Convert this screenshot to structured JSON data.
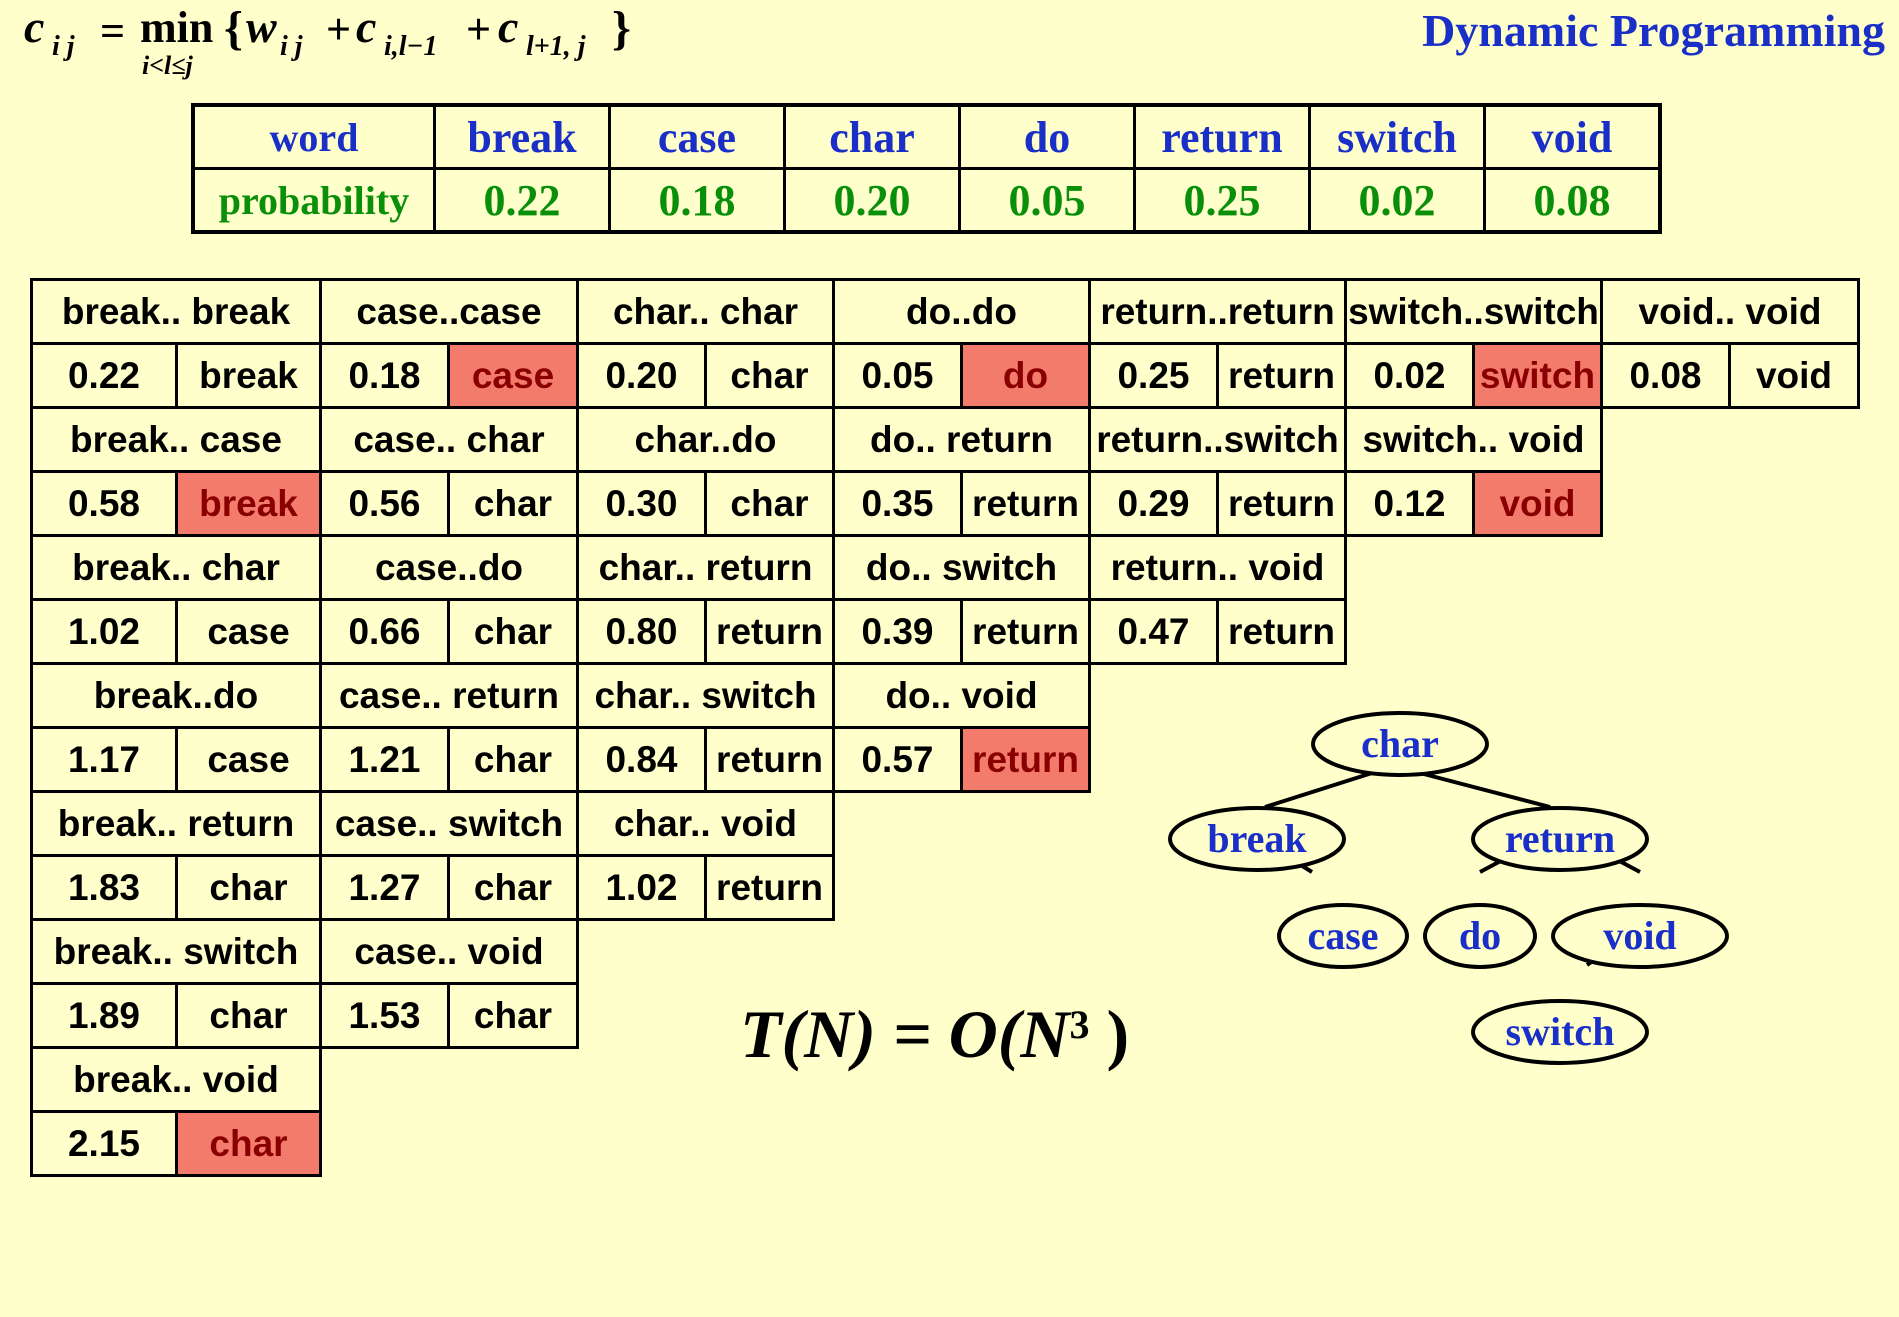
{
  "title": "Dynamic Programming",
  "formula": {
    "lhs": "c",
    "lhs_sub": "i j",
    "eq": "=",
    "op": "min",
    "op_sub": "i<l≤j",
    "w": "w",
    "w_sub": "i j",
    "c1_sub": "i,l−1",
    "c2_sub": "l+1, j"
  },
  "prob_table": {
    "header_label": "word",
    "row_label": "probability",
    "words": [
      "break",
      "case",
      "char",
      "do",
      "return",
      "switch",
      "void"
    ],
    "probabilities": [
      "0.22",
      "0.18",
      "0.20",
      "0.05",
      "0.25",
      "0.02",
      "0.08"
    ]
  },
  "dp_table": [
    [
      {
        "range": "break.. break",
        "cost": "0.22",
        "root": "break",
        "highlight": false
      },
      {
        "range": "case..case",
        "cost": "0.18",
        "root": "case",
        "highlight": true
      },
      {
        "range": "char.. char",
        "cost": "0.20",
        "root": "char",
        "highlight": false
      },
      {
        "range": "do..do",
        "cost": "0.05",
        "root": "do",
        "highlight": true
      },
      {
        "range": "return..return",
        "cost": "0.25",
        "root": "return",
        "highlight": false
      },
      {
        "range": "switch..switch",
        "cost": "0.02",
        "root": "switch",
        "highlight": true
      },
      {
        "range": "void.. void",
        "cost": "0.08",
        "root": "void",
        "highlight": false
      }
    ],
    [
      {
        "range": "break.. case",
        "cost": "0.58",
        "root": "break",
        "highlight": true
      },
      {
        "range": "case.. char",
        "cost": "0.56",
        "root": "char",
        "highlight": false
      },
      {
        "range": "char..do",
        "cost": "0.30",
        "root": "char",
        "highlight": false
      },
      {
        "range": "do.. return",
        "cost": "0.35",
        "root": "return",
        "highlight": false
      },
      {
        "range": "return..switch",
        "cost": "0.29",
        "root": "return",
        "highlight": false
      },
      {
        "range": "switch.. void",
        "cost": "0.12",
        "root": "void",
        "highlight": true
      }
    ],
    [
      {
        "range": "break.. char",
        "cost": "1.02",
        "root": "case",
        "highlight": false
      },
      {
        "range": "case..do",
        "cost": "0.66",
        "root": "char",
        "highlight": false
      },
      {
        "range": "char.. return",
        "cost": "0.80",
        "root": "return",
        "highlight": false
      },
      {
        "range": "do.. switch",
        "cost": "0.39",
        "root": "return",
        "highlight": false
      },
      {
        "range": "return.. void",
        "cost": "0.47",
        "root": "return",
        "highlight": false
      }
    ],
    [
      {
        "range": "break..do",
        "cost": "1.17",
        "root": "case",
        "highlight": false
      },
      {
        "range": "case.. return",
        "cost": "1.21",
        "root": "char",
        "highlight": false
      },
      {
        "range": "char.. switch",
        "cost": "0.84",
        "root": "return",
        "highlight": false
      },
      {
        "range": "do.. void",
        "cost": "0.57",
        "root": "return",
        "highlight": true
      }
    ],
    [
      {
        "range": "break.. return",
        "cost": "1.83",
        "root": "char",
        "highlight": false
      },
      {
        "range": "case.. switch",
        "cost": "1.27",
        "root": "char",
        "highlight": false
      },
      {
        "range": "char.. void",
        "cost": "1.02",
        "root": "return",
        "highlight": false
      }
    ],
    [
      {
        "range": "break.. switch",
        "cost": "1.89",
        "root": "char",
        "highlight": false
      },
      {
        "range": "case.. void",
        "cost": "1.53",
        "root": "char",
        "highlight": false
      }
    ],
    [
      {
        "range": "break.. void",
        "cost": "2.15",
        "root": "char",
        "highlight": true
      }
    ]
  ],
  "complexity": {
    "text": "T(N) = O(N",
    "exponent": "3",
    "close": " )"
  },
  "tree": {
    "nodes": [
      "char",
      "break",
      "return",
      "case",
      "do",
      "void",
      "switch"
    ],
    "edges": [
      [
        "char",
        "break"
      ],
      [
        "char",
        "return"
      ],
      [
        "break",
        "case"
      ],
      [
        "return",
        "do"
      ],
      [
        "return",
        "void"
      ],
      [
        "void",
        "switch"
      ]
    ]
  },
  "colors": {
    "background": "#FFFFCC",
    "word_blue": "#1a2fc7",
    "prob_green": "#0a8f0a",
    "highlight_fill": "#F37B6C",
    "highlight_text": "#8a0000"
  }
}
